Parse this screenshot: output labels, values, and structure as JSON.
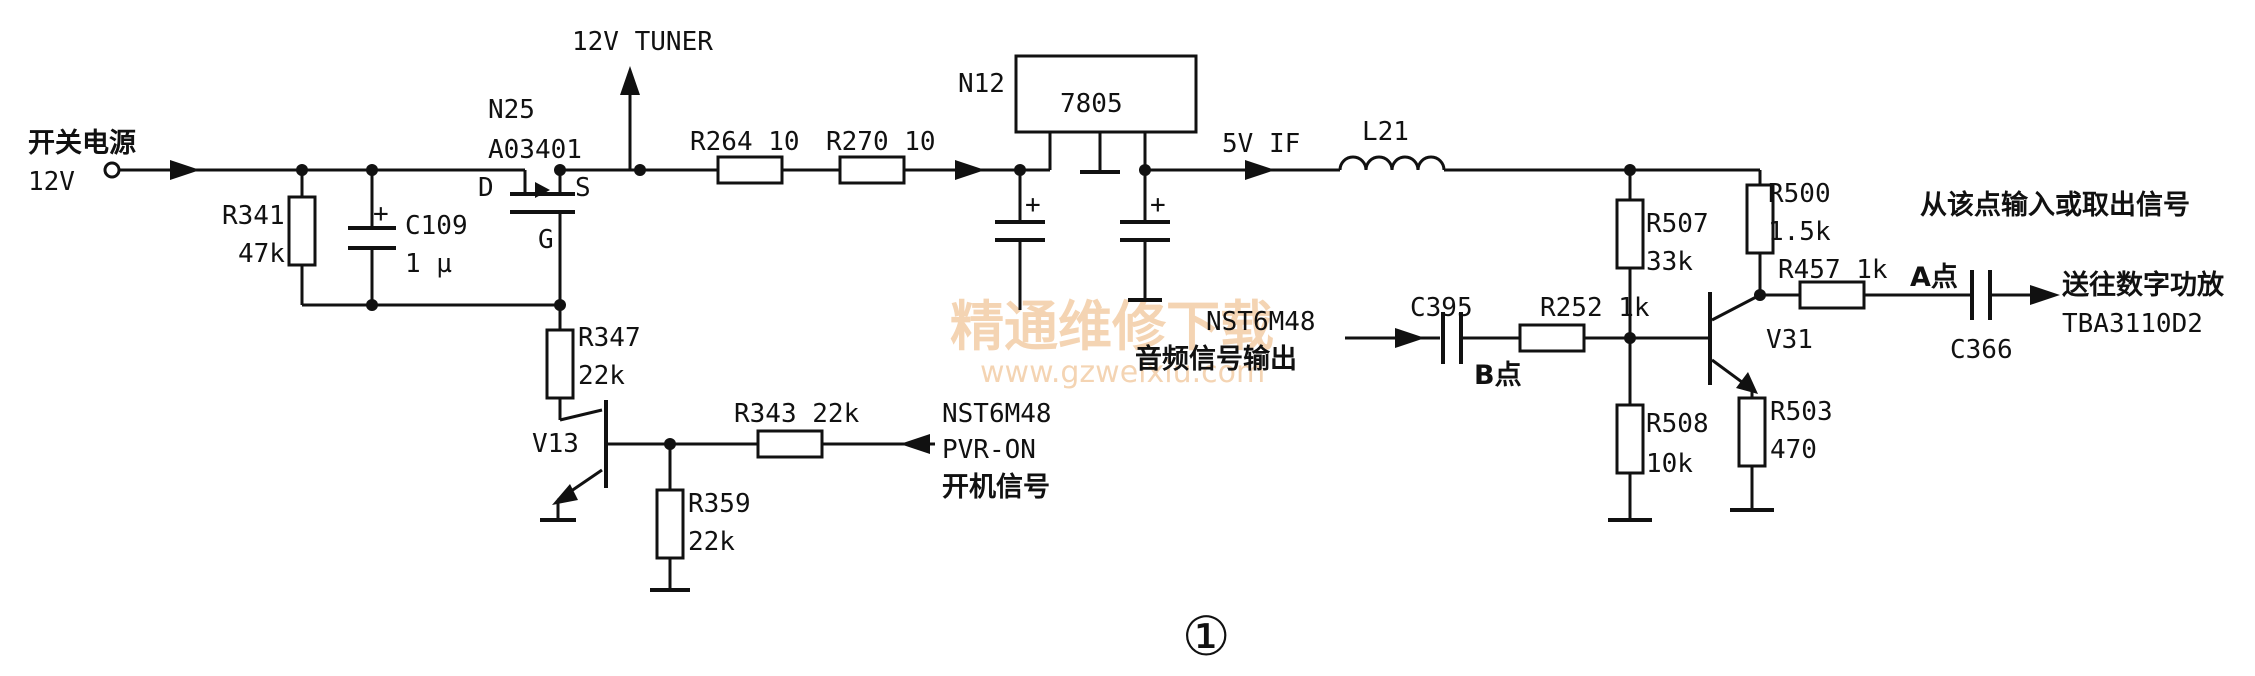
{
  "labels": {
    "power_in_cn": "开关电源",
    "power_in_v": "12V",
    "tuner": "12V TUNER",
    "n25": "N25",
    "ao3401": "A03401",
    "pin_d": "D",
    "pin_s": "S",
    "pin_g": "G",
    "r341": "R341",
    "r341_v": "47k",
    "c109": "C109",
    "c109_v": "1 µ",
    "r264": "R264  10",
    "r270": "R270  10",
    "n12": "N12",
    "reg": "7805",
    "v5if": "5V  IF",
    "l21": "L21",
    "r347": "R347",
    "r347_v": "22k",
    "v13": "V13",
    "r343": "R343  22k",
    "nst_pvr": "NST6M48",
    "pvr_on": "PVR-ON",
    "power_on_cn": "开机信号",
    "r359": "R359",
    "r359_v": "22k",
    "nst_audio": "NST6M48",
    "audio_out_cn": "音频信号输出",
    "c395": "C395",
    "r252": "R252  1k",
    "b_point": "B点",
    "r507": "R507",
    "r507_v": "33k",
    "r508": "R508",
    "r508_v": "10k",
    "v31": "V31",
    "r500": "R500",
    "r500_v": "1.5k",
    "r503": "R503",
    "r503_v": "470",
    "r457": "R457  1k",
    "a_point": "A点",
    "c366": "C366",
    "io_note_cn": "从该点输入或取出信号",
    "amp_cn": "送往数字功放",
    "tba": "TBA3110D2",
    "fig": "①",
    "plus1": "+",
    "plus2": "+",
    "plus3": "+"
  },
  "watermark": {
    "text": "精通维修下载",
    "url": "www.gzweixiu.com"
  },
  "colors": {
    "ink": "#111111",
    "watermark": "#f1c69a"
  }
}
